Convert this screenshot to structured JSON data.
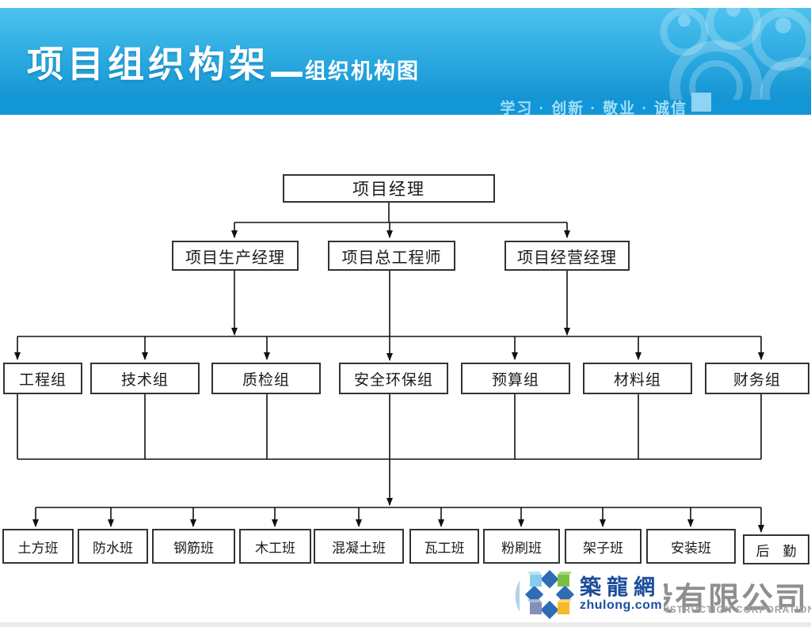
{
  "header": {
    "title_main": "项目组织构架",
    "title_dashes": "---",
    "title_sub": "组织机构图",
    "motto": "学习 · 创新 · 敬业 · 诚信",
    "band_color": "#1197d8",
    "accent_square_color": "#8fd4f2"
  },
  "org_chart": {
    "level1": [
      "项目经理"
    ],
    "level2": [
      "项目生产经理",
      "项目总工程师",
      "项目经营经理"
    ],
    "level3": [
      "工程组",
      "技术组",
      "质检组",
      "安全环保组",
      "预算组",
      "材料组",
      "财务组"
    ],
    "level4": [
      "土方班",
      "防水班",
      "钢筋班",
      "木工班",
      "混凝土班",
      "瓦工班",
      "粉刷班",
      "架子班",
      "安装班",
      "后　勤"
    ]
  },
  "footer": {
    "logo_cn": "築龍網",
    "logo_domain": "zhulong.com",
    "watermark_cn": "设有限公司",
    "watermark_en": "NSTRUCTION CORPORATION",
    "logo_blue": "#2e6db4"
  }
}
